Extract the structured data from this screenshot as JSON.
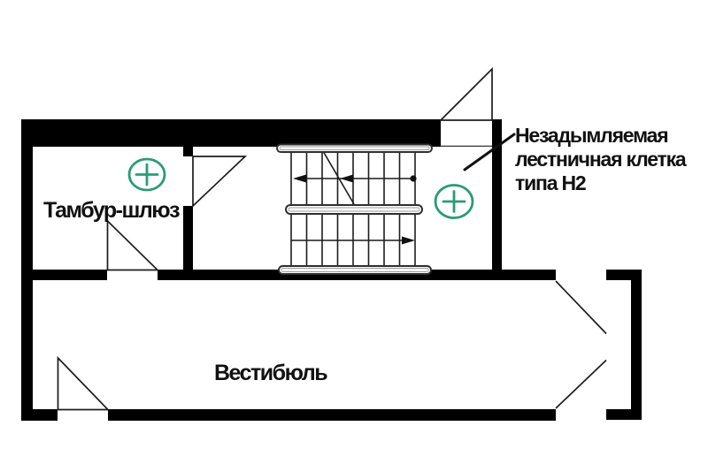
{
  "plan": {
    "title_hint": "floor-plan-smoke-free-stairwell",
    "rooms": {
      "tambour": {
        "label": "Тамбур-шлюз"
      },
      "vestibule": {
        "label": "Вестибюль"
      }
    },
    "annotation": {
      "line1": "Незадымляемая",
      "line2": "лестничная клетка",
      "line3": "типа Н2"
    },
    "symbols": {
      "pressurization": "+",
      "pressurization_meaning": "air-pressurization-sign"
    },
    "colors": {
      "wall": "#000000",
      "line": "#1c1c1c",
      "accent_green": "#2a9b77",
      "background": "#ffffff"
    }
  }
}
